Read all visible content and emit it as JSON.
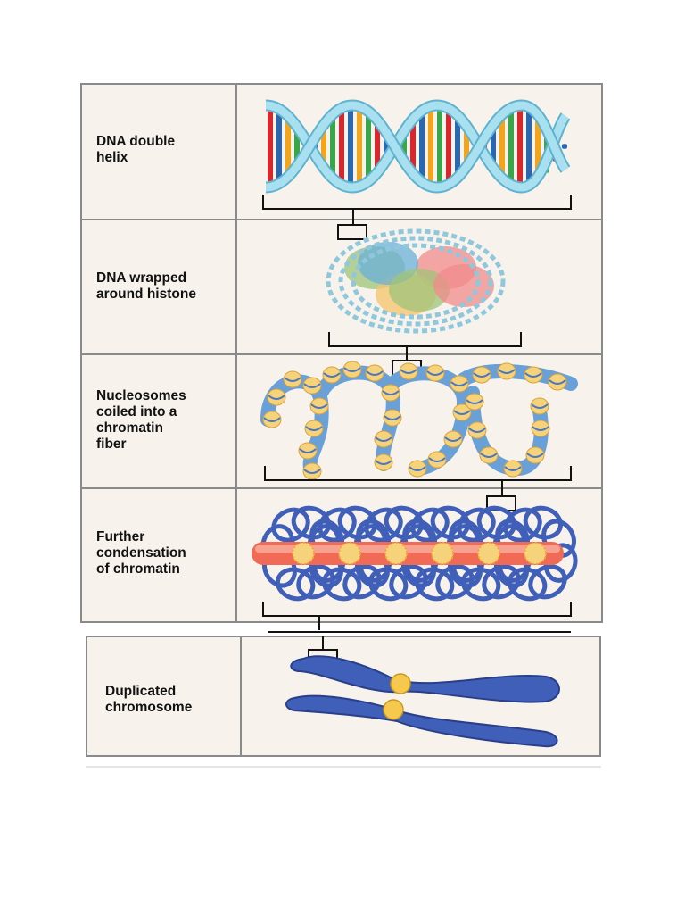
{
  "stages": [
    {
      "id": "helix",
      "label": "DNA double\nhelix"
    },
    {
      "id": "histone",
      "label": "DNA wrapped\naround histone"
    },
    {
      "id": "fiber",
      "label": "Nucleosomes\ncoiled into a\nchromatin\nfiber"
    },
    {
      "id": "condensed",
      "label": "Further\ncondensation\nof chromatin"
    },
    {
      "id": "chromosome",
      "label": "Duplicated\nchromosome"
    }
  ],
  "colors": {
    "background": "#f7f3ec",
    "border": "#8a8a8a",
    "helix_backbone": "#8fd0e6",
    "base_colors": [
      "#d7262c",
      "#2a67b1",
      "#f2a51c",
      "#3aa64a"
    ],
    "nucleosome_bead": "#f6d37a",
    "dna_strand": "#4a77c2",
    "scaffold": "#f06a55",
    "chromosome": "#3f5fb8",
    "centromere": "#f6c94e"
  }
}
